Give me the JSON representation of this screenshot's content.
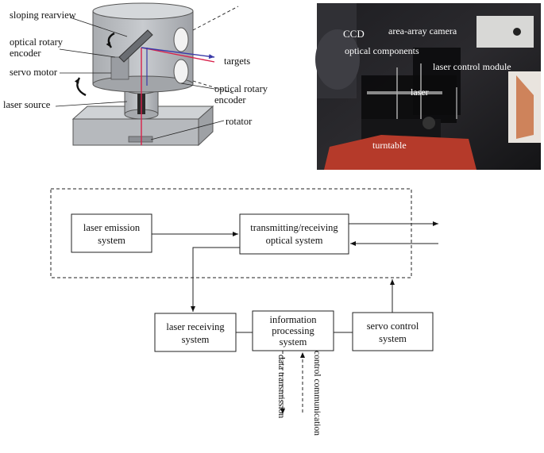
{
  "schematic": {
    "labels": {
      "sloping_rearview": "sloping rearview",
      "optical_rotary_encoder_left_1": "optical rotary",
      "optical_rotary_encoder_left_2": "encoder",
      "servo_motor": "servo motor",
      "laser_source": "laser source",
      "targets": "targets",
      "optical_rotary_encoder_right_1": "optical rotary",
      "optical_rotary_encoder_right_2": "encoder",
      "rotator": "rotator"
    },
    "colors": {
      "beam_red": "#d8204a",
      "beam_blue": "#3a3aa8",
      "body_gray": "#b9bcc0"
    }
  },
  "photo": {
    "labels": {
      "ccd": "CCD",
      "area_array_camera": "area-array camera",
      "optical_components": "optical components",
      "laser_control_module": "laser control module",
      "laser": "laser",
      "turntable": "turntable"
    }
  },
  "block_diagram": {
    "laser_emission": [
      "laser emission",
      "system"
    ],
    "transmitting_receiving": [
      "transmitting/receiving",
      "optical system"
    ],
    "laser_receiving": [
      "laser receiving",
      "system"
    ],
    "information_processing": [
      "information",
      "processing",
      "system"
    ],
    "servo_control": [
      "servo control",
      "system"
    ],
    "data_transmission": "data transmission",
    "control_communication": "control communication"
  }
}
